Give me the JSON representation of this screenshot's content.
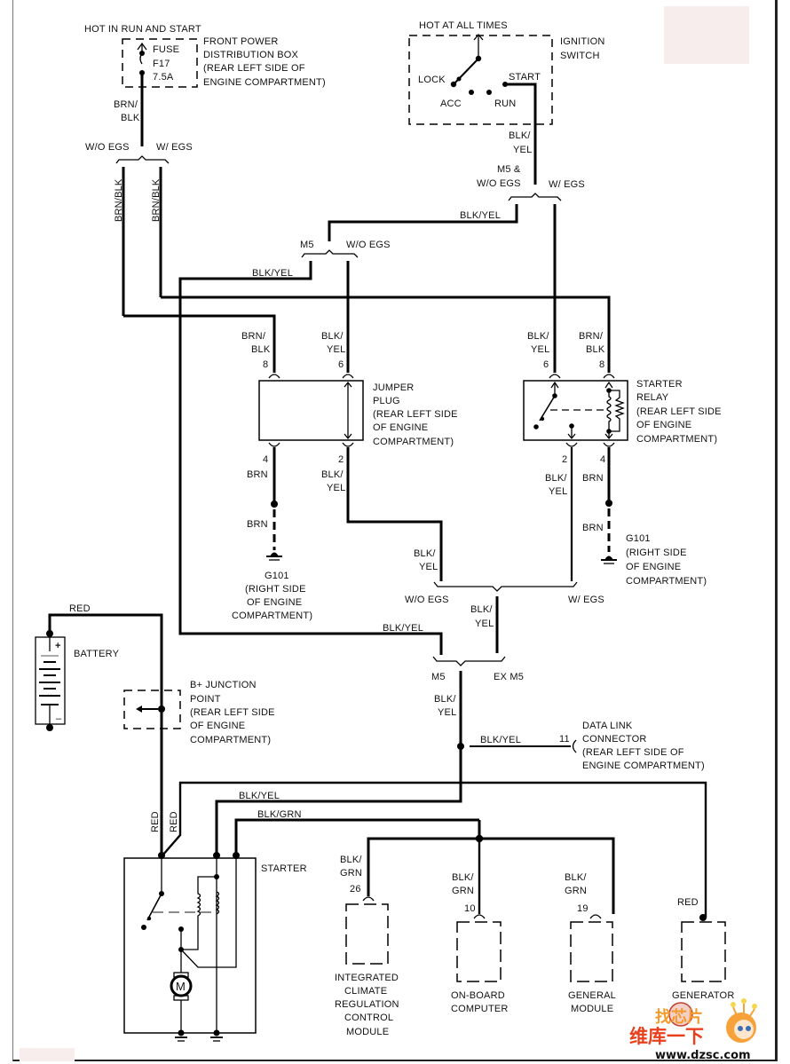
{
  "diagram": {
    "title": "Starting System Wiring Diagram",
    "fuse_block": {
      "power_label": "HOT IN RUN AND START",
      "fuse_name": "FUSE",
      "fuse_id": "F17",
      "fuse_rating": "7.5A",
      "location_lines": [
        "FRONT POWER",
        "DISTRIBUTION BOX",
        "(REAR LEFT SIDE OF",
        "ENGINE COMPARTMENT)"
      ]
    },
    "ignition_switch": {
      "power_label": "HOT AT ALL TIMES",
      "name_lines": [
        "IGNITION",
        "SWITCH"
      ],
      "positions": [
        "LOCK",
        "ACC",
        "RUN",
        "START"
      ]
    },
    "wires": {
      "fuse_out": [
        "BRN/",
        "BLK"
      ],
      "split_left": "W/O EGS",
      "split_right": "W/ EGS",
      "brn_blk_vertical": "BRN/BLK",
      "ign_out": [
        "BLK/",
        "YEL"
      ],
      "split2_left": [
        "M5 &",
        "W/O EGS"
      ],
      "split2_right": "W/ EGS",
      "blk_yel": "BLK/YEL",
      "split3_left": "M5",
      "split3_right": "W/O EGS",
      "blk_yel_left": "BLK/YEL"
    },
    "jumper_plug": {
      "pin_top_left_wire": [
        "BRN/",
        "BLK"
      ],
      "pin_top_left": "8",
      "pin_top_right_wire": [
        "BLK/",
        "YEL"
      ],
      "pin_top_right": "6",
      "pin_bottom_left": "4",
      "pin_bottom_left_wire": "BRN",
      "pin_bottom_right": "2",
      "pin_bottom_right_wire": [
        "BLK/",
        "YEL"
      ],
      "name_lines": [
        "JUMPER",
        "PLUG",
        "(REAR LEFT SIDE",
        "OF ENGINE",
        "COMPARTMENT)"
      ],
      "ground_wire": "BRN",
      "ground_lines": [
        "G101",
        "(RIGHT SIDE",
        "OF ENGINE",
        "COMPARTMENT)"
      ]
    },
    "starter_relay": {
      "pin_top_left_wire": [
        "BLK/",
        "YEL"
      ],
      "pin_top_left": "6",
      "pin_top_right_wire": [
        "BRN/",
        "BLK"
      ],
      "pin_top_right": "8",
      "pin_bottom_left": "2",
      "pin_bottom_left_wire": [
        "BLK/",
        "YEL"
      ],
      "pin_bottom_right": "4",
      "pin_bottom_right_wire": "BRN",
      "name_lines": [
        "STARTER",
        "RELAY",
        "(REAR LEFT SIDE",
        "OF ENGINE",
        "COMPARTMENT)"
      ],
      "ground_wire": "BRN",
      "ground_lines": [
        "G101",
        "(RIGHT SIDE",
        "OF ENGINE",
        "COMPARTMENT)"
      ]
    },
    "merge": {
      "left_wire": [
        "BLK/",
        "YEL"
      ],
      "left": "W/O EGS",
      "right": "W/ EGS",
      "out_wire": [
        "BLK/",
        "YEL"
      ],
      "m5_left_wire": "BLK/YEL",
      "m5": "M5",
      "ex_m5": "EX M5",
      "out2_wire": [
        "BLK/",
        "YEL"
      ]
    },
    "battery": {
      "wire": "RED",
      "name": "BATTERY",
      "plus": "+",
      "minus": "–"
    },
    "junction": {
      "name_lines": [
        "B+ JUNCTION",
        "POINT",
        "(REAR LEFT SIDE",
        "OF ENGINE",
        "COMPARTMENT)"
      ]
    },
    "data_link": {
      "wire": "BLK/YEL",
      "pin": "11",
      "name_lines": [
        "DATA LINK",
        "CONNECTOR",
        "(REAR LEFT SIDE OF",
        "ENGINE COMPARTMENT)"
      ]
    },
    "starter": {
      "wire_red_1": "RED",
      "wire_red_2": "RED",
      "wire_blk_yel": "BLK/YEL",
      "wire_blk_grn": "BLK/GRN",
      "name": "STARTER",
      "motor": "M"
    },
    "modules": [
      {
        "wire": [
          "BLK/",
          "GRN"
        ],
        "pin": "26",
        "name_lines": [
          "INTEGRATED",
          "CLIMATE",
          "REGULATION",
          "CONTROL",
          "MODULE"
        ]
      },
      {
        "wire": [
          "BLK/",
          "GRN"
        ],
        "pin": "10",
        "name_lines": [
          "ON-BOARD",
          "COMPUTER"
        ]
      },
      {
        "wire": [
          "BLK/",
          "GRN"
        ],
        "pin": "19",
        "name_lines": [
          "GENERAL",
          "MODULE"
        ]
      },
      {
        "wire": [
          "RED"
        ],
        "pin": "",
        "name_lines": [
          "GENERATOR"
        ]
      }
    ],
    "watermark": {
      "line1": "找芯片",
      "line2": "维库一下",
      "url": "www.dzsc.com",
      "color_orange": "#f05a14",
      "color_red": "#e0301e"
    }
  }
}
